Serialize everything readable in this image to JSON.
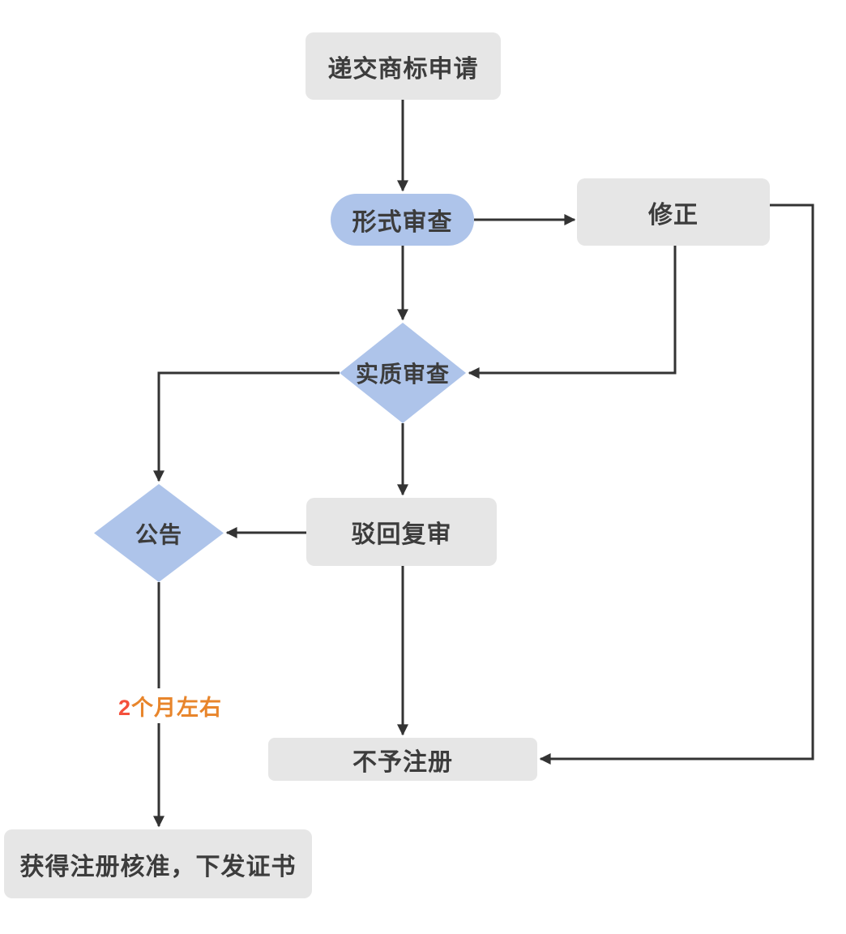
{
  "diagram": {
    "title": "trademark-registration-flowchart",
    "colors": {
      "background": "#ffffff",
      "box_fill": "#e6e6e6",
      "highlight_fill": "#aec4ea",
      "connector": "#333333",
      "node_text": "#3c3c3c",
      "annotation_number": "#f4503c",
      "annotation_text": "#e8852b"
    },
    "nodes": {
      "submit": {
        "label": "递交商标申请",
        "shape": "rect"
      },
      "formal": {
        "label": "形式审查",
        "shape": "stadium"
      },
      "correction": {
        "label": "修正",
        "shape": "rect"
      },
      "substantive": {
        "label": "实质审查",
        "shape": "diamond"
      },
      "announce": {
        "label": "公告",
        "shape": "diamond"
      },
      "review": {
        "label": "驳回复审",
        "shape": "rect"
      },
      "refuse": {
        "label": "不予注册",
        "shape": "rect"
      },
      "grant": {
        "label": "获得注册核准，下发证书",
        "shape": "rect"
      }
    },
    "edges": [
      "submit→formal",
      "formal→correction",
      "formal→substantive",
      "correction→substantive",
      "substantive→announce",
      "substantive→review",
      "review→announce",
      "review→refuse",
      "correction→refuse",
      "announce→grant"
    ],
    "annotation": {
      "prefix": "2",
      "text": "个月左右"
    }
  }
}
